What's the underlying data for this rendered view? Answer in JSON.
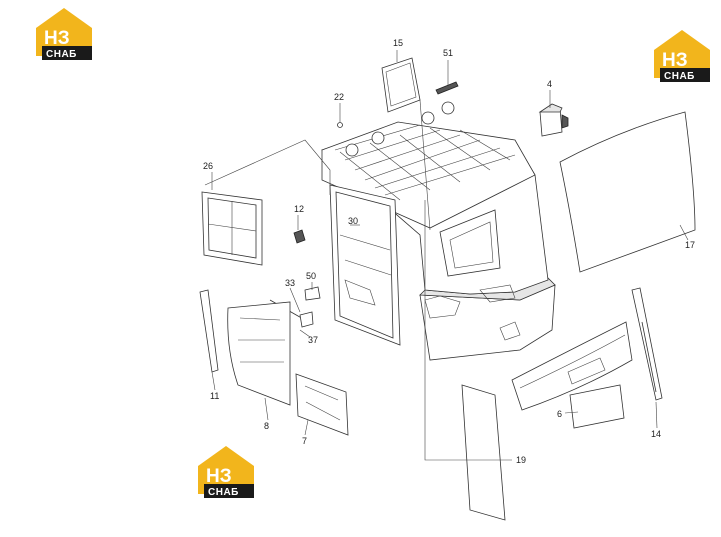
{
  "brand": {
    "logo_top": "НЗ",
    "logo_bottom": "СНАБ",
    "colors": {
      "yellow": "#F2B51C",
      "dark": "#1a1a1a"
    }
  },
  "callouts": [
    {
      "id": "c15",
      "text": "15"
    },
    {
      "id": "c51",
      "text": "51"
    },
    {
      "id": "c4",
      "text": "4"
    },
    {
      "id": "c22",
      "text": "22"
    },
    {
      "id": "c26",
      "text": "26"
    },
    {
      "id": "c17",
      "text": "17"
    },
    {
      "id": "c12",
      "text": "12"
    },
    {
      "id": "c30",
      "text": "30"
    },
    {
      "id": "c50",
      "text": "50"
    },
    {
      "id": "c33",
      "text": "33"
    },
    {
      "id": "c37",
      "text": "37"
    },
    {
      "id": "c11",
      "text": "11"
    },
    {
      "id": "c8",
      "text": "8"
    },
    {
      "id": "c7",
      "text": "7"
    },
    {
      "id": "c6",
      "text": "6"
    },
    {
      "id": "c14",
      "text": "14"
    },
    {
      "id": "c19",
      "text": "19"
    }
  ]
}
